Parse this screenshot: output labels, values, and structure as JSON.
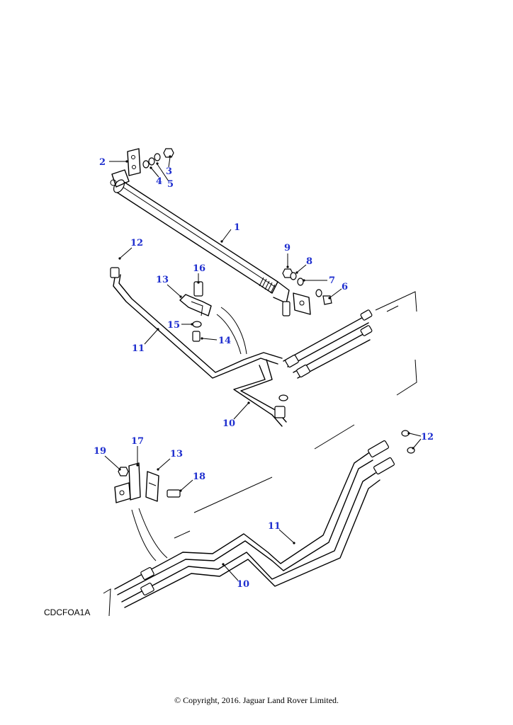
{
  "drawing_code": "CDCFOA1A",
  "copyright": "© Copyright, 2016. Jaguar Land Rover Limited.",
  "callouts": [
    {
      "label": "1"
    },
    {
      "label": "2"
    },
    {
      "label": "3"
    },
    {
      "label": "4"
    },
    {
      "label": "5"
    },
    {
      "label": "6"
    },
    {
      "label": "7"
    },
    {
      "label": "8"
    },
    {
      "label": "9"
    },
    {
      "label": "12"
    },
    {
      "label": "13"
    },
    {
      "label": "16"
    },
    {
      "label": "15"
    },
    {
      "label": "14"
    },
    {
      "label": "11"
    },
    {
      "label": "10"
    },
    {
      "label": "19"
    },
    {
      "label": "17"
    },
    {
      "label": "13"
    },
    {
      "label": "18"
    },
    {
      "label": "12"
    },
    {
      "label": "11"
    },
    {
      "label": "10"
    }
  ],
  "colors": {
    "callout": "#1f2fcf",
    "line": "#000000",
    "background": "#ffffff"
  }
}
